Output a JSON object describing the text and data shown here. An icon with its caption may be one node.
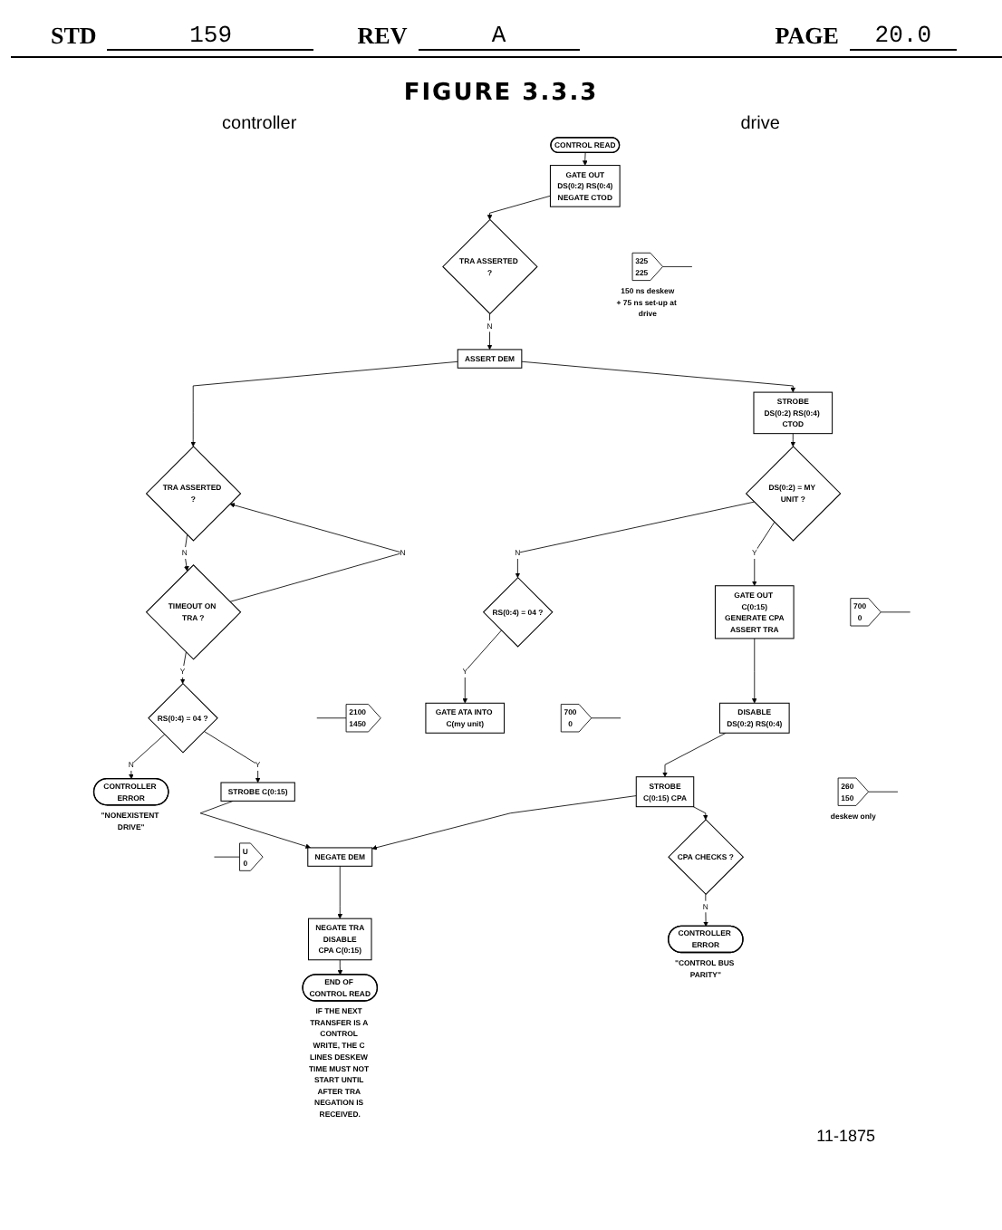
{
  "diagram": {
    "title": "FIGURE 3.3.3",
    "nodes": [
      {
        "text": [
          "CONTROL READ"
        ]
      },
      {
        "text": [
          "GATE OUT",
          "DS(0:2) RS(0:4)",
          "NEGATE CTOD"
        ]
      },
      {
        "text": [
          "325",
          "225"
        ],
        "beside": [
          "150 ns deskew",
          "+ 75 ns set-up at drive"
        ]
      },
      {
        "text": [
          "TRA ASSERTED ?"
        ]
      },
      {
        "text": [
          "ASSERT DEM"
        ]
      },
      {
        "text": [
          "TIMEOUT ON TRA ?"
        ]
      },
      {
        "text": [
          "TRA ASSERTED ?"
        ]
      },
      {
        "text": [
          "2100",
          "1450"
        ]
      },
      {
        "text": [
          "RS(0:4) = 04 ?"
        ]
      },
      {
        "text": [
          "CONTROLLER ERROR"
        ],
        "beside": [
          "\"NONEXISTENT DRIVE\""
        ]
      },
      {
        "text": [
          "STROBE",
          "DS(0:2) RS(0:4) CTOD"
        ]
      },
      {
        "text": [
          "DS(0:2) = MY UNIT ?"
        ]
      },
      {
        "text": [
          "RS(0:4) = 04 ?"
        ]
      },
      {
        "text": [
          "700",
          "0"
        ]
      },
      {
        "text": [
          "700",
          "0"
        ]
      },
      {
        "text": [
          "GATE OUT C(0:15)",
          "GENERATE CPA",
          "ASSERT TRA"
        ]
      },
      {
        "text": [
          "GATE ATA INTO C(my unit)"
        ]
      },
      {
        "text": [
          "DISABLE",
          "DS(0:2) RS(0:4)"
        ]
      },
      {
        "text": [
          "260",
          "150"
        ],
        "beside": [
          "deskew only"
        ]
      },
      {
        "text": [
          "STROBE C(0:15)"
        ]
      },
      {
        "text": [
          "STROBE",
          "C(0:15) CPA"
        ]
      },
      {
        "text": [
          "U",
          "0"
        ]
      },
      {
        "text": [
          "NEGATE DEM"
        ]
      },
      {
        "text": [
          "CPA CHECKS ?"
        ]
      },
      {
        "text": [
          "CONTROLLER ERROR"
        ],
        "beside": [
          "\"CONTROL BUS PARITY\""
        ]
      },
      {
        "text": [
          "NEGATE TRA",
          "DISABLE",
          "CPA C(0:15)"
        ]
      },
      {
        "text": [
          "END OF CONTROL READ"
        ],
        "beside": [
          "IF THE NEXT TRANSFER IS A CONTROL WRITE, THE C LINES DESKEW TIME MUST NOT START UNTIL AFTER TRA NEGATION IS RECEIVED."
        ]
      }
    ],
    "edges": [
      {
        "from": 0,
        "to": 1,
        "arrow": "to"
      },
      {
        "from": 1,
        "to": 3,
        "arrow": "to"
      },
      {
        "from": 3,
        "to": 4,
        "arrow": "to",
        "label": "N"
      },
      {
        "from": 4,
        "to": 6,
        "arrow": "to"
      },
      {
        "from": 4,
        "to": 10,
        "arrow": "to"
      },
      {
        "from": 6,
        "to": 5,
        "arrow": "to",
        "label": "N"
      },
      {
        "from": 5,
        "to": 6,
        "arrow": "to",
        "label": "N"
      },
      {
        "from": 5,
        "to": 8,
        "arrow": "to",
        "label": "Y"
      },
      {
        "from": 8,
        "to": 9,
        "arrow": "to",
        "label": "N"
      },
      {
        "from": 8,
        "to": 19,
        "arrow": "to",
        "label": "Y"
      },
      {
        "from": 10,
        "to": 11,
        "arrow": "to"
      },
      {
        "from": 11,
        "to": 12,
        "arrow": "to",
        "label": "N"
      },
      {
        "from": 11,
        "to": 15,
        "arrow": "to",
        "label": "Y"
      },
      {
        "from": 12,
        "to": 16,
        "arrow": "to",
        "label": "Y"
      },
      {
        "from": 15,
        "to": 17,
        "arrow": "to"
      },
      {
        "from": 17,
        "to": 20,
        "arrow": "to"
      },
      {
        "from": 19,
        "to": 22,
        "arrow": "to"
      },
      {
        "from": 20,
        "to": 22,
        "arrow": "to"
      },
      {
        "from": 20,
        "to": 23,
        "arrow": "to"
      },
      {
        "from": 23,
        "to": 24,
        "arrow": "to",
        "label": "N"
      },
      {
        "from": 22,
        "to": 25,
        "arrow": "to"
      },
      {
        "from": 25,
        "to": 26,
        "arrow": "to"
      },
      {
        "from": 2,
        "to": null,
        "arrow": "none"
      },
      {
        "from": 7,
        "to": null,
        "arrow": "none"
      },
      {
        "from": 13,
        "to": null,
        "arrow": "none"
      },
      {
        "from": 14,
        "to": null,
        "arrow": "none"
      },
      {
        "from": 18,
        "to": null,
        "arrow": "none"
      },
      {
        "from": 21,
        "to": null,
        "arrow": "none"
      }
    ],
    "labels": [
      "STD",
      "159",
      "REV",
      "A",
      "PAGE",
      "20.0",
      "controller",
      "drive",
      "11-1875"
    ]
  }
}
